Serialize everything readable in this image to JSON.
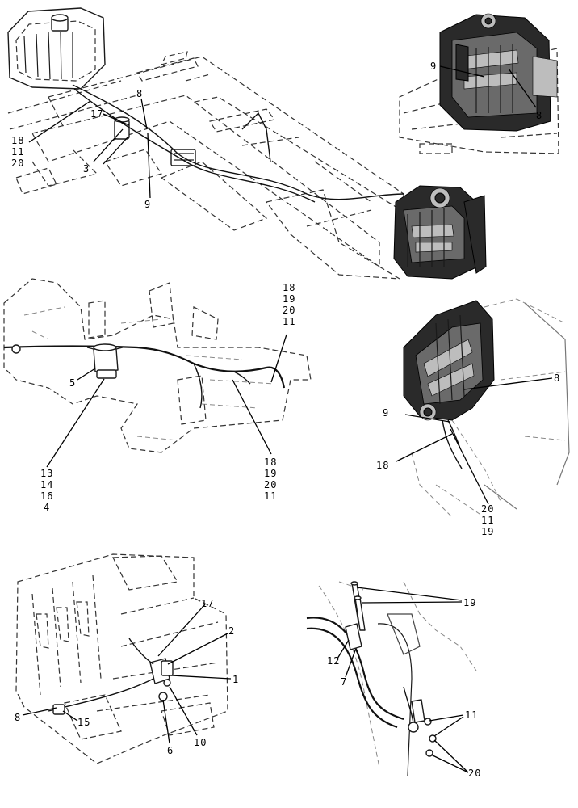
{
  "panel_top": {
    "callouts": {
      "c17": "17",
      "c8a": "8",
      "c18": "18",
      "c11": "11",
      "c20": "20",
      "c3": "3",
      "c9a": "9"
    }
  },
  "panel_engine_right": {
    "callouts": {
      "c9": "9",
      "c8": "8"
    }
  },
  "panel_middle_left": {
    "callouts": {
      "tr18": "18",
      "tr19": "19",
      "tr20": "20",
      "tr11": "11",
      "c5": "5",
      "bl13": "13",
      "bl14": "14",
      "bl16": "16",
      "bl4": "4",
      "br18": "18",
      "br19": "19",
      "br20": "20",
      "br11": "11"
    }
  },
  "panel_middle_right": {
    "callouts": {
      "c8": "8",
      "c9": "9",
      "c18": "18",
      "b20": "20",
      "b11": "11",
      "b19": "19"
    }
  },
  "panel_bottom_left": {
    "callouts": {
      "c17": "17",
      "c2": "2",
      "c1": "1",
      "c8": "8",
      "c15": "15",
      "c6": "6",
      "c10": "10"
    }
  },
  "panel_bottom_right": {
    "callouts": {
      "c19": "19",
      "c12": "12",
      "c7": "7",
      "c11": "11",
      "c20": "20"
    }
  }
}
